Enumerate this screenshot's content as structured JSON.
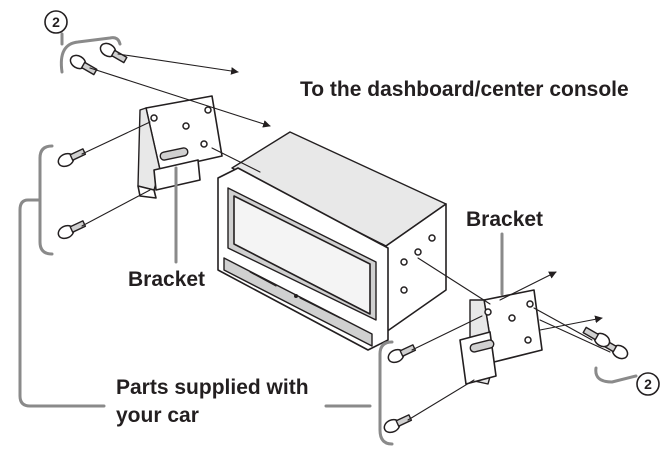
{
  "labels": {
    "dashboard": "To the dashboard/center console",
    "bracket_left": "Bracket",
    "bracket_right": "Bracket",
    "parts_line1": "Parts supplied with",
    "parts_line2": "your car",
    "callout_top": "2",
    "callout_bottom": "2"
  }
}
